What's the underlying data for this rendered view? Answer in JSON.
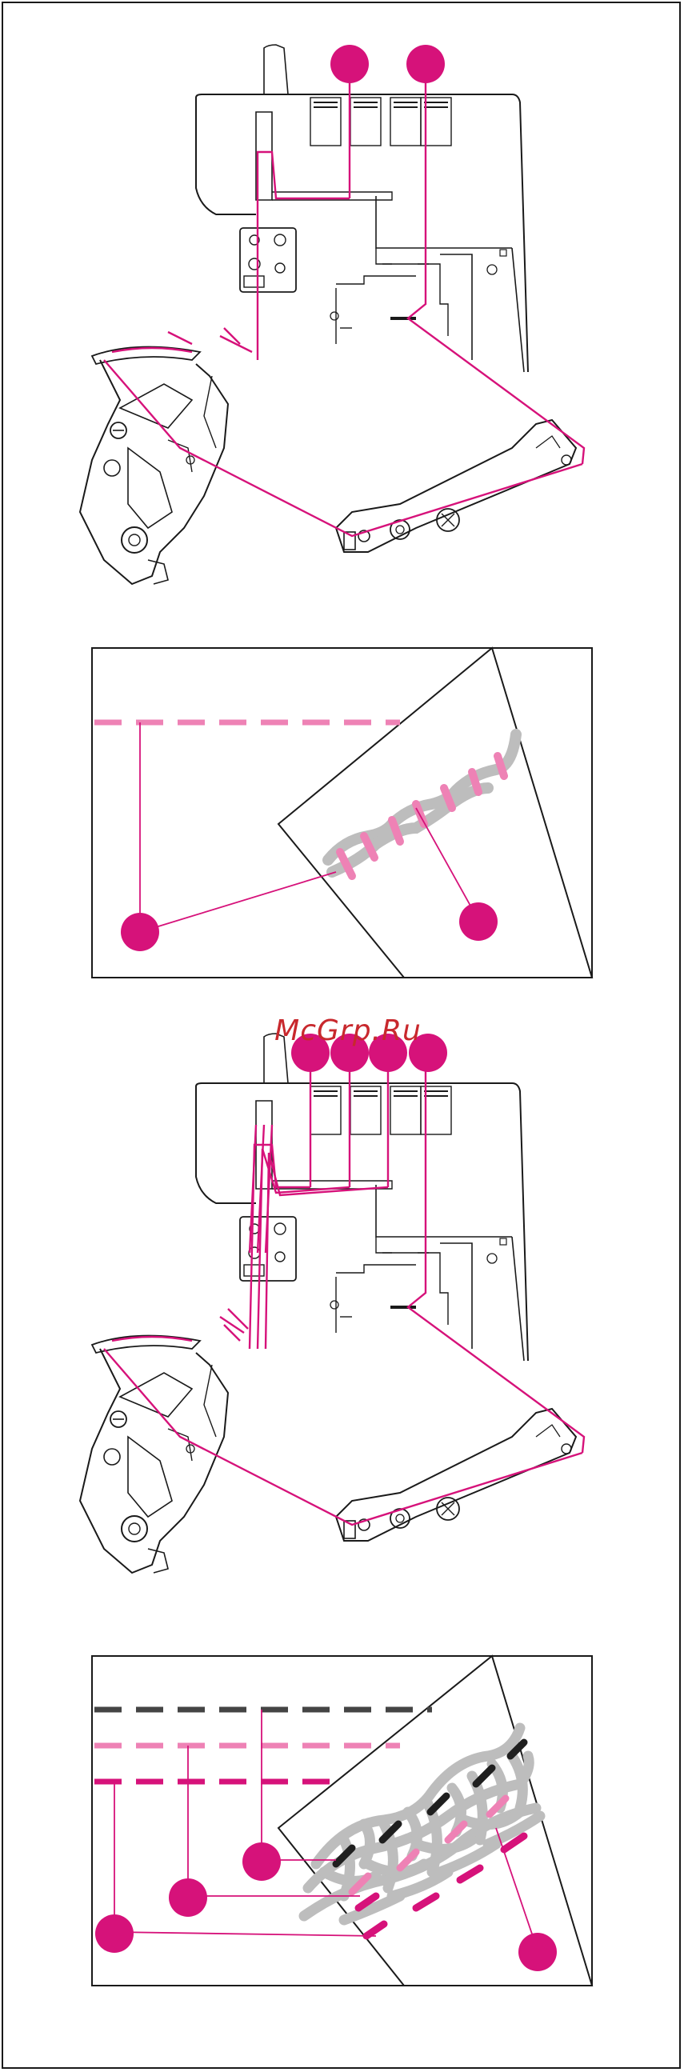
{
  "watermark": {
    "text": "McGrp.Ru"
  },
  "colors": {
    "outline": "#1a1a1a",
    "thread_magenta": "#d6127a",
    "thread_pink": "#ee82b5",
    "thread_dark": "#444444",
    "thread_gray": "#bdbdbd",
    "marker": "#d6127a"
  },
  "figures": [
    {
      "id": "threading-2-thread",
      "markers": 2
    },
    {
      "id": "stitch-2-thread",
      "markers": 2
    },
    {
      "id": "threading-4-thread",
      "markers": 4
    },
    {
      "id": "stitch-4-thread",
      "markers": 4
    }
  ]
}
